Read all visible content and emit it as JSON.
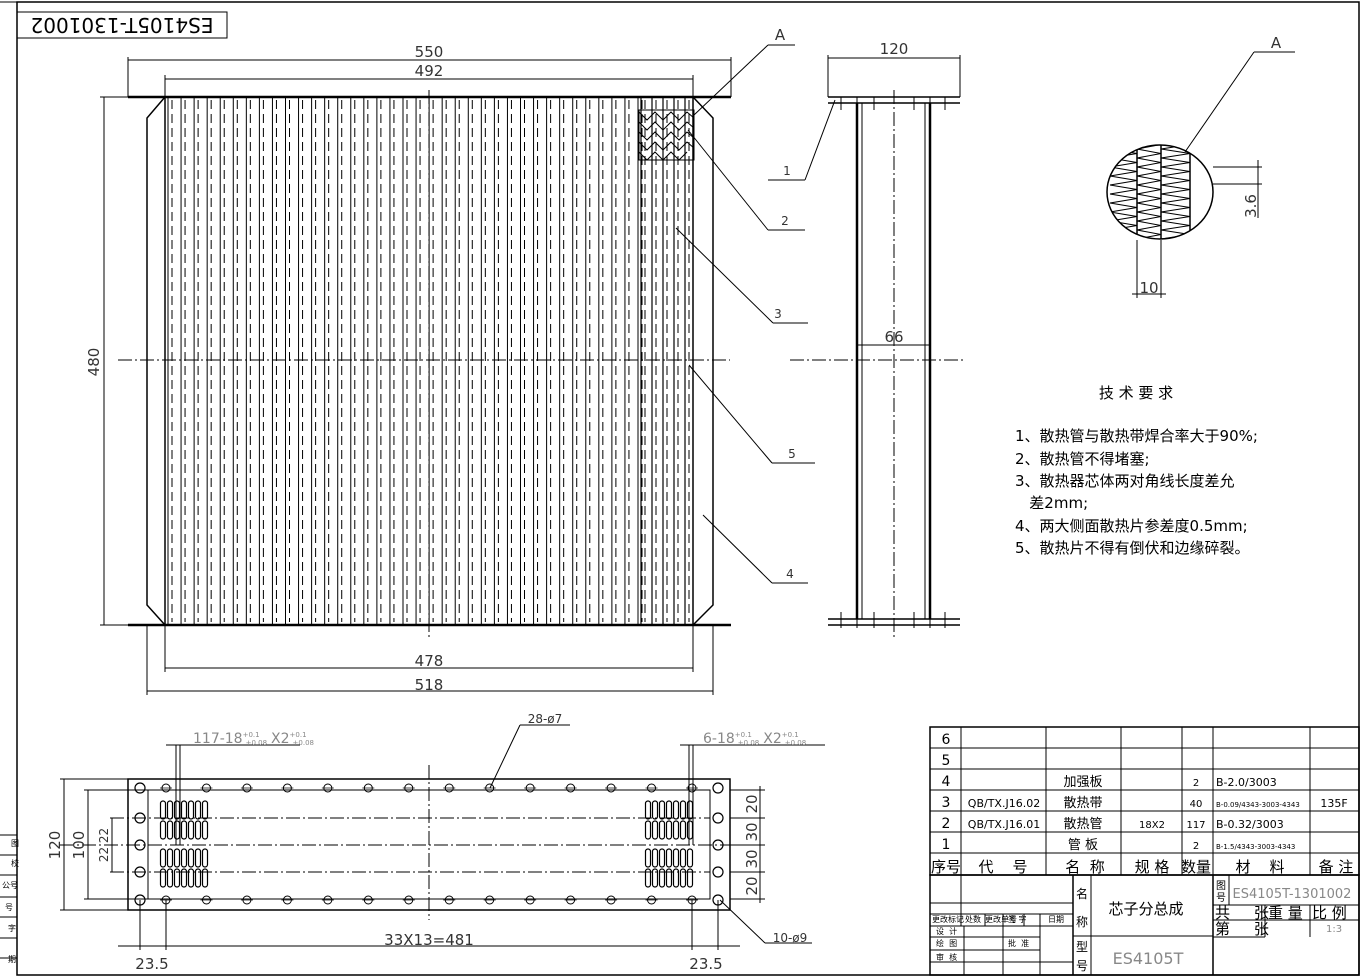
{
  "drawing": {
    "number_rotated": "ES4105T-1301002",
    "front_view": {
      "dim_top_outer": "550",
      "dim_top_inner": "492",
      "dim_height": "480",
      "dim_bottom_inner": "478",
      "dim_bottom_outer": "518",
      "detail_label": "A",
      "callouts": [
        "1",
        "2",
        "3",
        "5",
        "4"
      ]
    },
    "side_view": {
      "dim_width": "120",
      "dim_inner": "66"
    },
    "detail_view": {
      "label": "A",
      "dim_pitch": "3.6",
      "dim_width": "10"
    },
    "plate_view": {
      "note_left": "117-18",
      "note_left_tol_upper": "+0.1",
      "note_left_tol_lower": "+0.08",
      "note_left_x": "X2",
      "note_left_x_tol_upper": "+0.1",
      "note_left_x_tol_lower": "+0.08",
      "note_right": "6-18",
      "note_right_tol_upper": "+0.1",
      "note_right_tol_lower": "+0.08",
      "note_right_x": "X2",
      "note_right_x_tol_upper": "+0.1",
      "note_right_x_tol_lower": "+0.08",
      "holes_top": "28-ø7",
      "holes_corner": "10-ø9",
      "dim_120": "120",
      "dim_100": "100",
      "dim_small_left": "22.22",
      "dim_right": [
        "20",
        "30",
        "30",
        "20"
      ],
      "dim_pitch": "33X13=481",
      "dim_left_edge": "23.5",
      "dim_right_edge": "23.5"
    },
    "tech_requirements": {
      "title": "技 术 要 求",
      "items": [
        "1、散热管与散热带焊合率大于90%;",
        "2、散热管不得堵塞;",
        "3、散热器芯体两对角线长度差允",
        "   差2mm;",
        "4、两大侧面散热片参差度0.5mm;",
        "5、散热片不得有倒伏和边缘碎裂。"
      ]
    },
    "bom": {
      "rows": [
        {
          "no": "6",
          "code": "",
          "name": "",
          "spec": "",
          "qty": "",
          "material": "",
          "note": ""
        },
        {
          "no": "5",
          "code": "",
          "name": "",
          "spec": "",
          "qty": "",
          "material": "",
          "note": ""
        },
        {
          "no": "4",
          "code": "",
          "name": "加强板",
          "spec": "",
          "qty": "2",
          "material": "B-2.0/3003",
          "note": ""
        },
        {
          "no": "3",
          "code": "QB/TX.J16.02",
          "name": "散热带",
          "spec": "",
          "qty": "40",
          "material": "B-0.09/4343-3003-4343",
          "note": "135F"
        },
        {
          "no": "2",
          "code": "QB/TX.J16.01",
          "name": "散热管",
          "spec": "18X2",
          "qty": "117",
          "material": "B-0.32/3003",
          "note": ""
        },
        {
          "no": "1",
          "code": "",
          "name": "管  板",
          "spec": "",
          "qty": "2",
          "material": "B-1.5/4343-3003-4343",
          "note": ""
        }
      ],
      "header": {
        "no": "序号",
        "code": "代    号",
        "name": "名  称",
        "spec": "规 格",
        "qty": "数量",
        "material": "材    料",
        "note": "备 注"
      }
    },
    "title_block": {
      "name_label_top": "名",
      "name_label_bottom": "称",
      "name_value": "芯子分总成",
      "drawing_no_label_top": "图",
      "drawing_no_label_bottom": "号",
      "drawing_no_value": "ES4105T-1301002",
      "type_label_top": "型",
      "type_label_bottom": "号",
      "type_value": "ES4105T",
      "sheets_total": "共     张",
      "sheet_no": "第     张",
      "weight_label": "重 量",
      "scale_label": "比 例",
      "scale_value": "1:3",
      "change_cols": [
        "更改标记",
        "处数",
        "更改单号",
        "签 字",
        "日期"
      ],
      "roles": [
        "设  计",
        "绘  图",
        "审  核"
      ],
      "approve": "批  准"
    },
    "left_margin_labels": [
      "图",
      "校",
      "公号",
      "号",
      "字",
      "期"
    ]
  }
}
